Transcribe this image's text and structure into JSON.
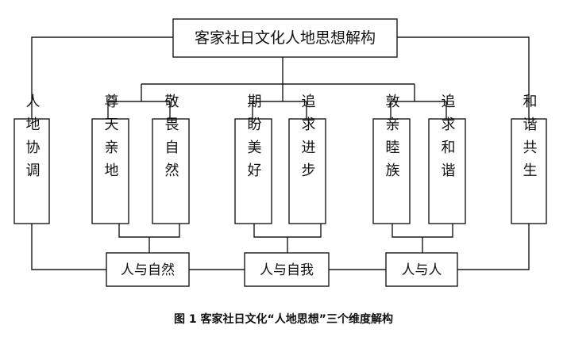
{
  "diagram": {
    "root": "客家社日文化人地思想解构",
    "left_side": "人地协调",
    "right_side": "和谐共生",
    "groups": [
      {
        "items": [
          "尊天亲地",
          "敬畏自然"
        ],
        "summary": "人与自然"
      },
      {
        "items": [
          "期盼美好",
          "追求进步"
        ],
        "summary": "人与自我"
      },
      {
        "items": [
          "敦亲睦族",
          "追求和谐"
        ],
        "summary": "人与人"
      }
    ]
  },
  "caption": "图 1  客家社日文化“人地思想”三个维度解构"
}
